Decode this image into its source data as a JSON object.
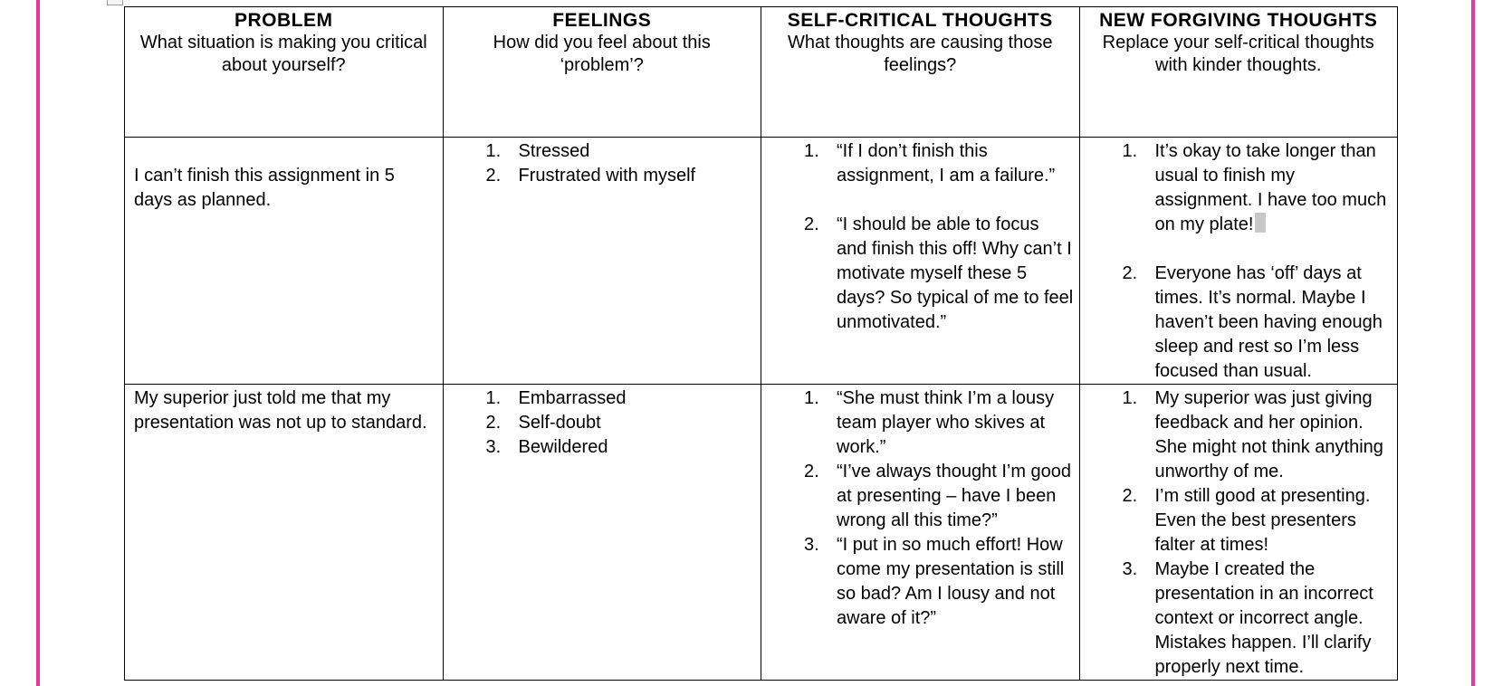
{
  "table": {
    "headers": [
      {
        "title": "PROBLEM",
        "subtitle": "What situation is making you critical about yourself?"
      },
      {
        "title": "FEELINGS",
        "subtitle": "How did you feel about this ‘problem’?"
      },
      {
        "title": "SELF-CRITICAL THOUGHTS",
        "subtitle": "What thoughts are causing those feelings?"
      },
      {
        "title": "NEW FORGIVING THOUGHTS",
        "subtitle": "Replace your self-critical thoughts with kinder thoughts."
      }
    ],
    "rows": [
      {
        "problem": "I can’t finish this assignment in 5 days as planned.",
        "feelings": [
          "Stressed",
          "Frustrated with myself"
        ],
        "self_critical": [
          "“If I don’t finish this assignment, I am a failure.”",
          "“I should be able to focus and finish this off! Why can’t I motivate myself these 5 days? So typical of me to feel unmotivated.”"
        ],
        "forgiving": [
          "It’s okay to take longer than usual to finish my assignment. I have too much on my plate!",
          "Everyone has ‘off’ days at times. It’s normal. Maybe I haven’t been having enough sleep and rest so I’m less focused than usual."
        ]
      },
      {
        "problem": "My superior just told me that my presentation was not up to standard.",
        "feelings": [
          "Embarrassed",
          "Self-doubt",
          "Bewildered"
        ],
        "self_critical": [
          "“She must think I’m a lousy team player who skives at work.”",
          "“I’ve always thought I’m good at presenting – have I been wrong all this time?”",
          "“I put in so much effort! How come my presentation is still so bad? Am I lousy and not aware of it?”"
        ],
        "forgiving": [
          "My superior was just giving feedback and her opinion. She might not think anything unworthy of me.",
          "I’m still good at presenting. Even the best presenters falter at times!",
          "Maybe I created the presentation in an incorrect context or incorrect angle. Mistakes happen. I’ll clarify properly next time."
        ]
      }
    ],
    "list_numbers": [
      "1.",
      "2.",
      "3."
    ]
  },
  "colors": {
    "page_border": "#e8399b",
    "grid": "#000000",
    "text": "#000000",
    "selection": "#c8c8c8"
  }
}
